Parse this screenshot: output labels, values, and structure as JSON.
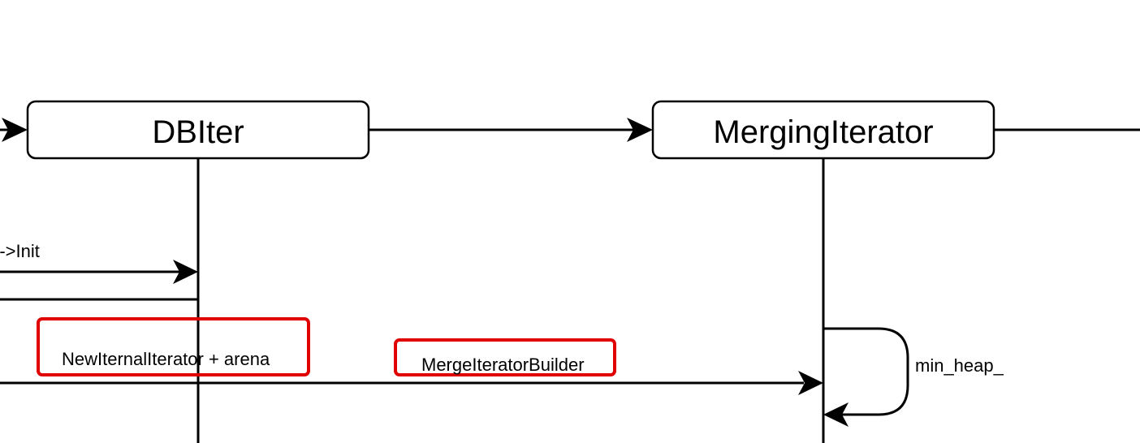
{
  "participants": {
    "dbiter": {
      "title": "DBIter"
    },
    "merging_iterator": {
      "title": "MergingIterator"
    }
  },
  "messages": {
    "init": {
      "label": "r->Init"
    },
    "new_internal_iterator": {
      "label": "NewIternalIterator + arena"
    },
    "merge_iterator_builder": {
      "label": "MergeIteratorBuilder"
    },
    "min_heap": {
      "label": "min_heap_"
    }
  },
  "colors": {
    "line": "#000000",
    "highlight": "#e00000",
    "background": "#ffffff"
  }
}
